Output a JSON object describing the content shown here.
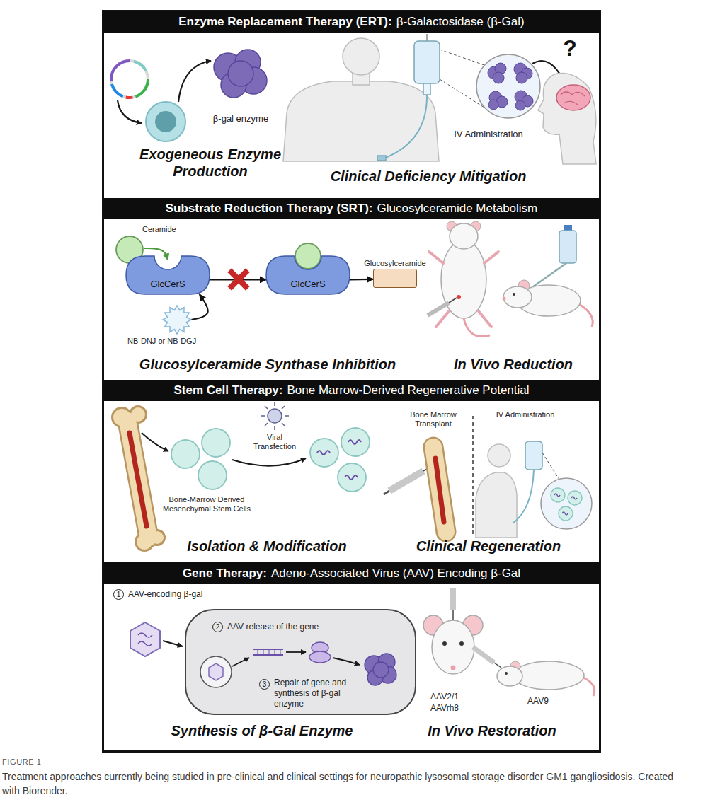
{
  "diagram": {
    "caption": "Treatment approaches currently being studied in pre-clinical and clinical settings for neuropathic lysosomal storage disorder GM1 gangliosidosis. Created with Biorender.",
    "nodes": [
      {
        "text": [
          "Enzyme Replacement Therapy (ERT):",
          "β-Galactosidase (β-Gal)"
        ]
      },
      {
        "text": [
          "Substrate Reduction Therapy (SRT):",
          "Glucosylceramide Metabolism"
        ]
      },
      {
        "text": [
          "Ceramide"
        ]
      },
      {
        "text": [
          "GlcCerS"
        ]
      },
      {
        "text": [
          "NB-DNJ or NB-DGJ"
        ]
      },
      {
        "text": [
          "GlcCerS"
        ]
      },
      {
        "text": [
          "Glucosylceramide"
        ]
      },
      {
        "text": [
          "Stem Cell Therapy:",
          "Bone Marrow-Derived Regenerative Potential"
        ]
      },
      {
        "text": [
          "Gene Therapy:",
          "Adeno-Associated Virus (AAV) Encoding β-Gal"
        ]
      }
    ],
    "edges": [
      {
        "from": 2,
        "to": 3,
        "arrow": "to"
      },
      {
        "from": 4,
        "to": 3,
        "arrow": "to"
      },
      {
        "from": 3,
        "to": 5,
        "arrow": "to"
      },
      {
        "from": 5,
        "to": 6,
        "arrow": "to"
      }
    ],
    "labels": [
      "β-gal enzyme",
      "IV Administration",
      "?",
      "Exogeneous Enzyme Production",
      "Clinical Deficiency Mitigation",
      "Glucosylceramide Synthase Inhibition",
      "In Vivo Reduction",
      "Bone-Marrow Derived Mesenchymal Stem Cells",
      "Viral Transfection",
      "Bone Marrow Transplant",
      "IV Administration",
      "Isolation & Modification",
      "Clinical Regeneration",
      "1",
      "AAV-encoding β-gal",
      "2",
      "AAV release of the gene",
      "3",
      "Repair of gene and synthesis of β-gal enzyme",
      "AAV2/1",
      "AAVrh8",
      "AAV9",
      "Synthesis of β-Gal Enzyme",
      "In Vivo Restoration",
      "FIGURE 1"
    ]
  }
}
